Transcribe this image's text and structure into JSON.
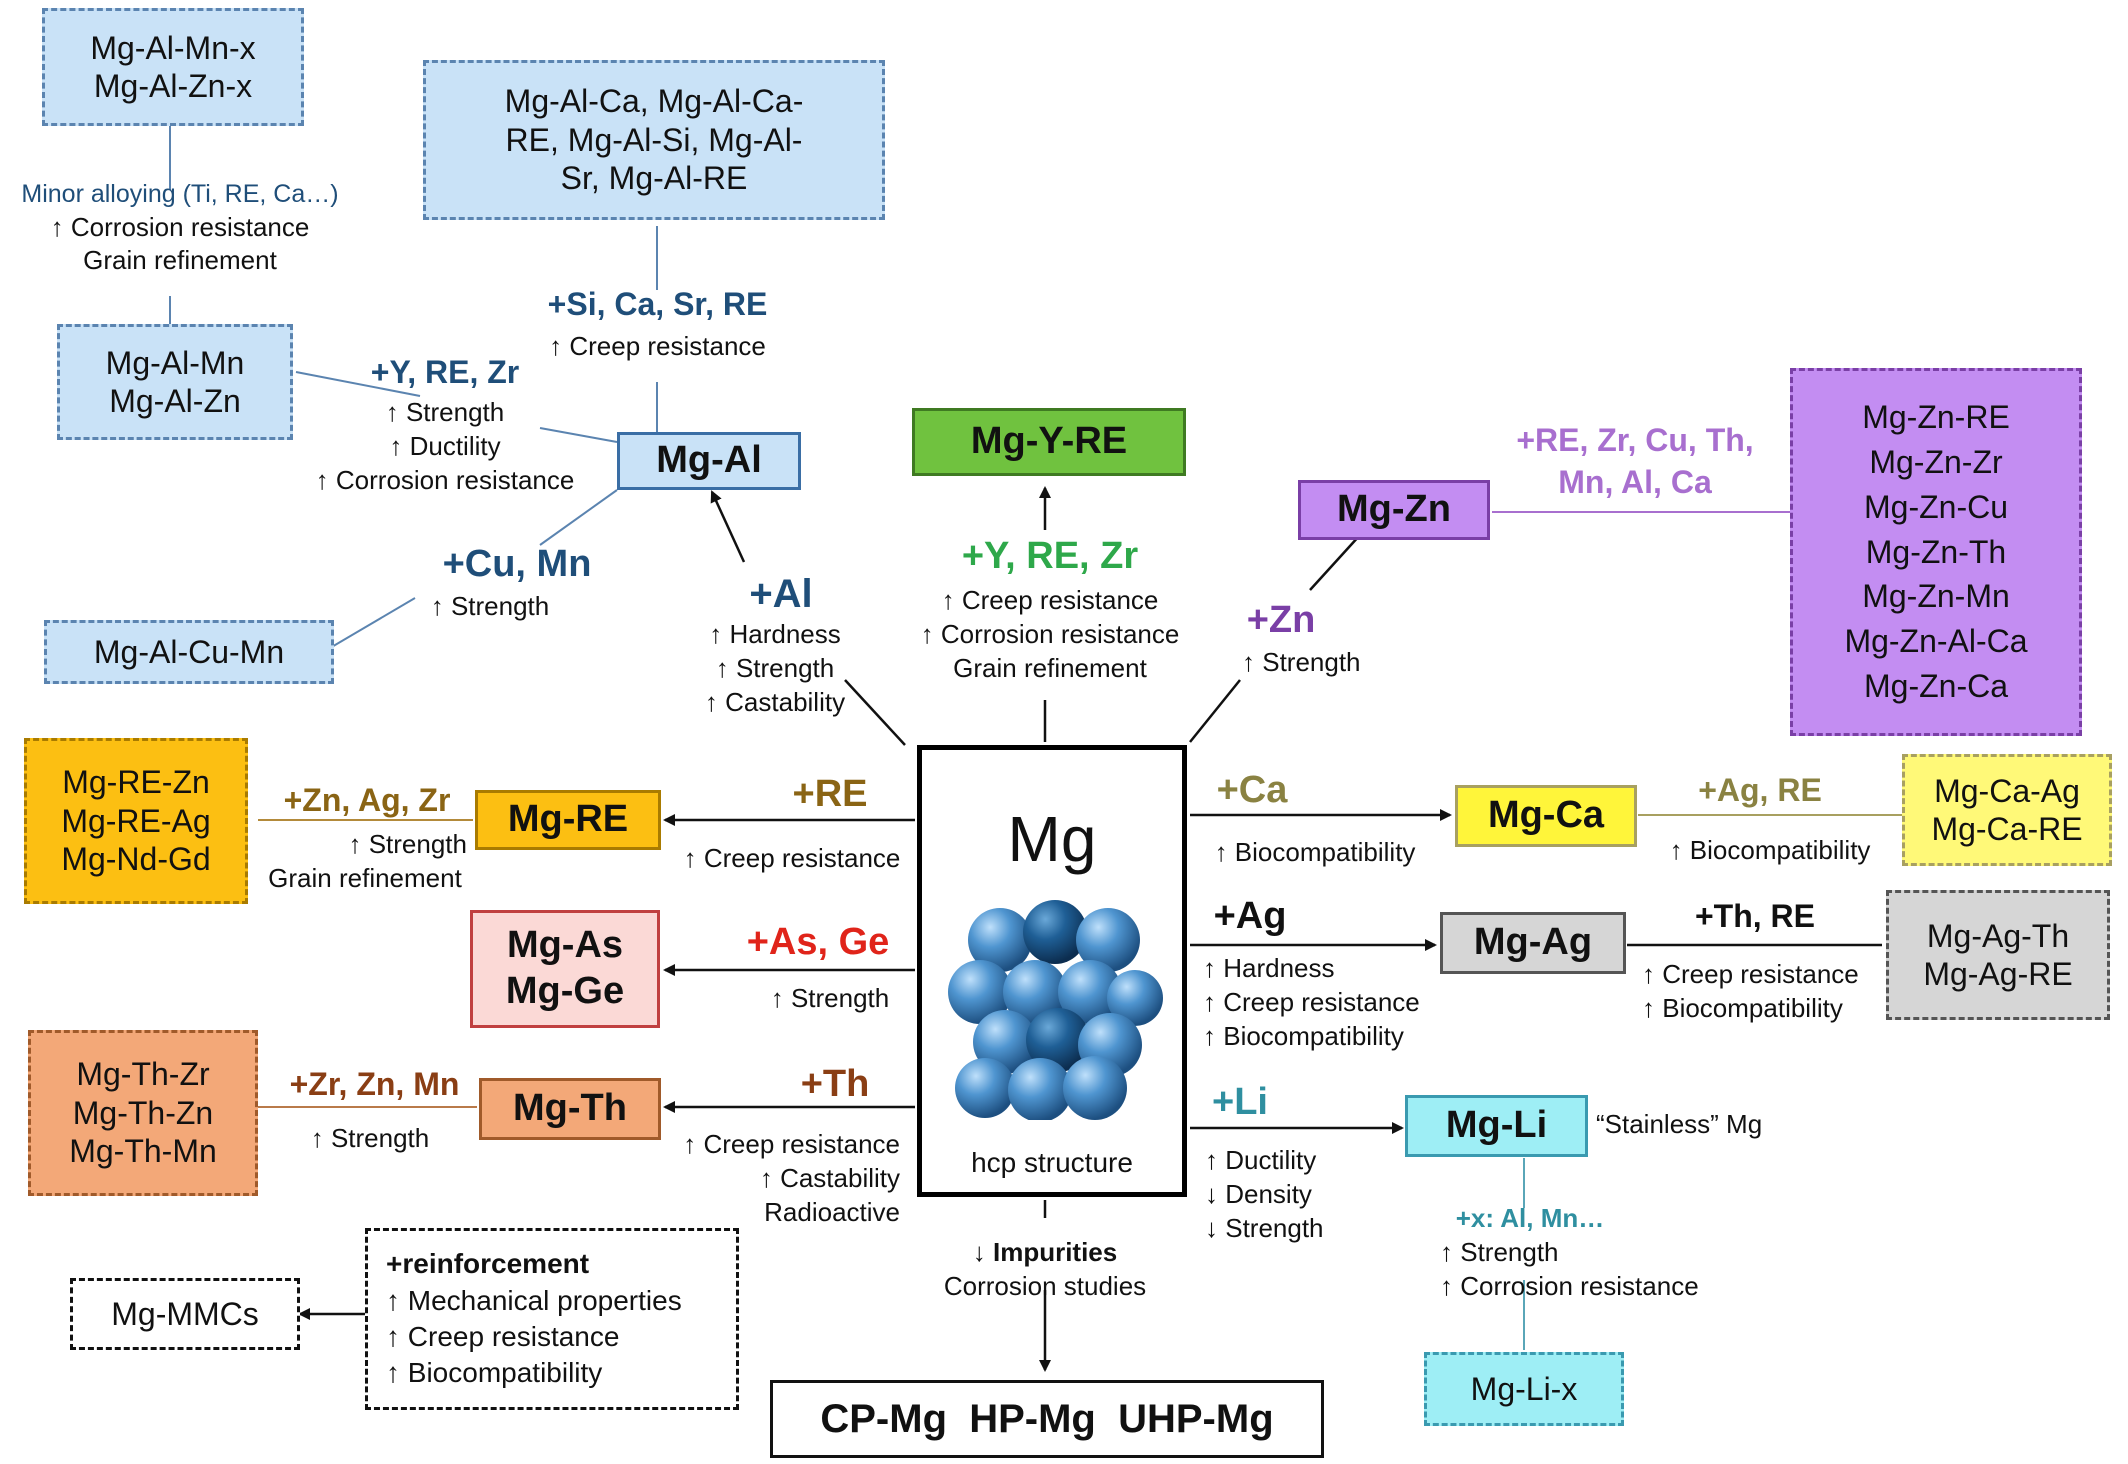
{
  "center": {
    "title": "Mg",
    "subtitle": "hcp structure"
  },
  "mg_al": {
    "box": "Mg-Al",
    "add": "+Al",
    "props": [
      "↑ Hardness",
      "↑ Strength",
      "↑ Castability"
    ],
    "minor_box": [
      "Mg-Al-Mn-x",
      "Mg-Al-Zn-x"
    ],
    "minor_label": "Minor alloying (Ti, RE, Ca…)",
    "minor_props": [
      "↑ Corrosion resistance",
      "Grain refinement"
    ],
    "mn_zn_box": [
      "Mg-Al-Mn",
      "Mg-Al-Zn"
    ],
    "yrezr_add": "+Y, RE, Zr",
    "yrezr_props": [
      "↑ Strength",
      "↑ Ductility",
      "↑ Corrosion resistance"
    ],
    "sicasrre_box": [
      "Mg-Al-Ca, Mg-Al-Ca-",
      "RE, Mg-Al-Si, Mg-Al-",
      "Sr, Mg-Al-RE"
    ],
    "sicasrre_add": "+Si, Ca, Sr, RE",
    "sicasrre_props": [
      "↑ Creep resistance"
    ],
    "cumn_add": "+Cu, Mn",
    "cumn_props": [
      "↑ Strength"
    ],
    "cumn_box": "Mg-Al-Cu-Mn"
  },
  "mg_yre": {
    "box": "Mg-Y-RE",
    "add": "+Y, RE, Zr",
    "props": [
      "↑ Creep resistance",
      "↑ Corrosion resistance",
      "Grain refinement"
    ]
  },
  "mg_zn": {
    "box": "Mg-Zn",
    "add": "+Zn",
    "props": [
      "↑ Strength"
    ],
    "sub_add": [
      "+RE, Zr, Cu, Th,",
      "Mn, Al, Ca"
    ],
    "sub_box": [
      "Mg-Zn-RE",
      "Mg-Zn-Zr",
      "Mg-Zn-Cu",
      "Mg-Zn-Th",
      "Mg-Zn-Mn",
      "Mg-Zn-Al-Ca",
      "Mg-Zn-Ca"
    ]
  },
  "mg_re": {
    "box": "Mg-RE",
    "add": "+RE",
    "props": [
      "↑ Creep resistance"
    ],
    "sub_add": "+Zn, Ag, Zr",
    "sub_props": [
      "↑ Strength",
      "Grain refinement"
    ],
    "sub_box": [
      "Mg-RE-Zn",
      "Mg-RE-Ag",
      "Mg-Nd-Gd"
    ]
  },
  "mg_asge": {
    "box": [
      "Mg-As",
      "Mg-Ge"
    ],
    "add": "+As, Ge",
    "props": [
      "↑ Strength"
    ]
  },
  "mg_th": {
    "box": "Mg-Th",
    "add": "+Th",
    "props": [
      "↑ Creep resistance",
      "↑ Castability",
      "Radioactive"
    ],
    "sub_add": "+Zr, Zn, Mn",
    "sub_props": [
      "↑ Strength"
    ],
    "sub_box": [
      "Mg-Th-Zr",
      "Mg-Th-Zn",
      "Mg-Th-Mn"
    ]
  },
  "mg_mmc": {
    "box": "Mg-MMCs",
    "add": "+reinforcement",
    "props": [
      "↑ Mechanical properties",
      "↑ Creep resistance",
      "↑ Biocompatibility"
    ]
  },
  "pure": {
    "label": "↓ Impurities",
    "note": "Corrosion studies",
    "box": "CP-Mg  HP-Mg  UHP-Mg"
  },
  "mg_ca": {
    "box": "Mg-Ca",
    "add": "+Ca",
    "props": [
      "↑ Biocompatibility"
    ],
    "sub_add": "+Ag, RE",
    "sub_props": [
      "↑ Biocompatibility"
    ],
    "sub_box": [
      "Mg-Ca-Ag",
      "Mg-Ca-RE"
    ]
  },
  "mg_ag": {
    "box": "Mg-Ag",
    "add": "+Ag",
    "props": [
      "↑ Hardness",
      "↑ Creep resistance",
      "↑ Biocompatibility"
    ],
    "sub_add": "+Th, RE",
    "sub_props": [
      "↑ Creep resistance",
      "↑ Biocompatibility"
    ],
    "sub_box": [
      "Mg-Ag-Th",
      "Mg-Ag-RE"
    ]
  },
  "mg_li": {
    "box": "Mg-Li",
    "add": "+Li",
    "props": [
      "↑ Ductility",
      "↓ Density",
      "↓ Strength"
    ],
    "note": "“Stainless” Mg",
    "sub_add": "+x: Al, Mn…",
    "sub_props": [
      "↑ Strength",
      "↑ Corrosion resistance"
    ],
    "sub_box": "Mg-Li-x"
  },
  "colors": {
    "blue_fill": "#c9e2f7",
    "blue_text": "#1f4e79",
    "green_fill": "#70c23f",
    "green_text": "#2ea84a",
    "purple_fill": "#c38df2",
    "purple_text": "#7a3fa6",
    "orange_fill": "#fcbf12",
    "orange_text": "#8a6414",
    "pink_fill": "#fbd9d6",
    "red_text": "#e0241a",
    "salmon_fill": "#f3a878",
    "brown_text": "#8a3e14",
    "yellow_fill": "#fff53a",
    "olive_text": "#8a8242",
    "gray_fill": "#d6d6d6",
    "cyan_fill": "#9eeef5",
    "teal_text": "#2f8fa0"
  }
}
